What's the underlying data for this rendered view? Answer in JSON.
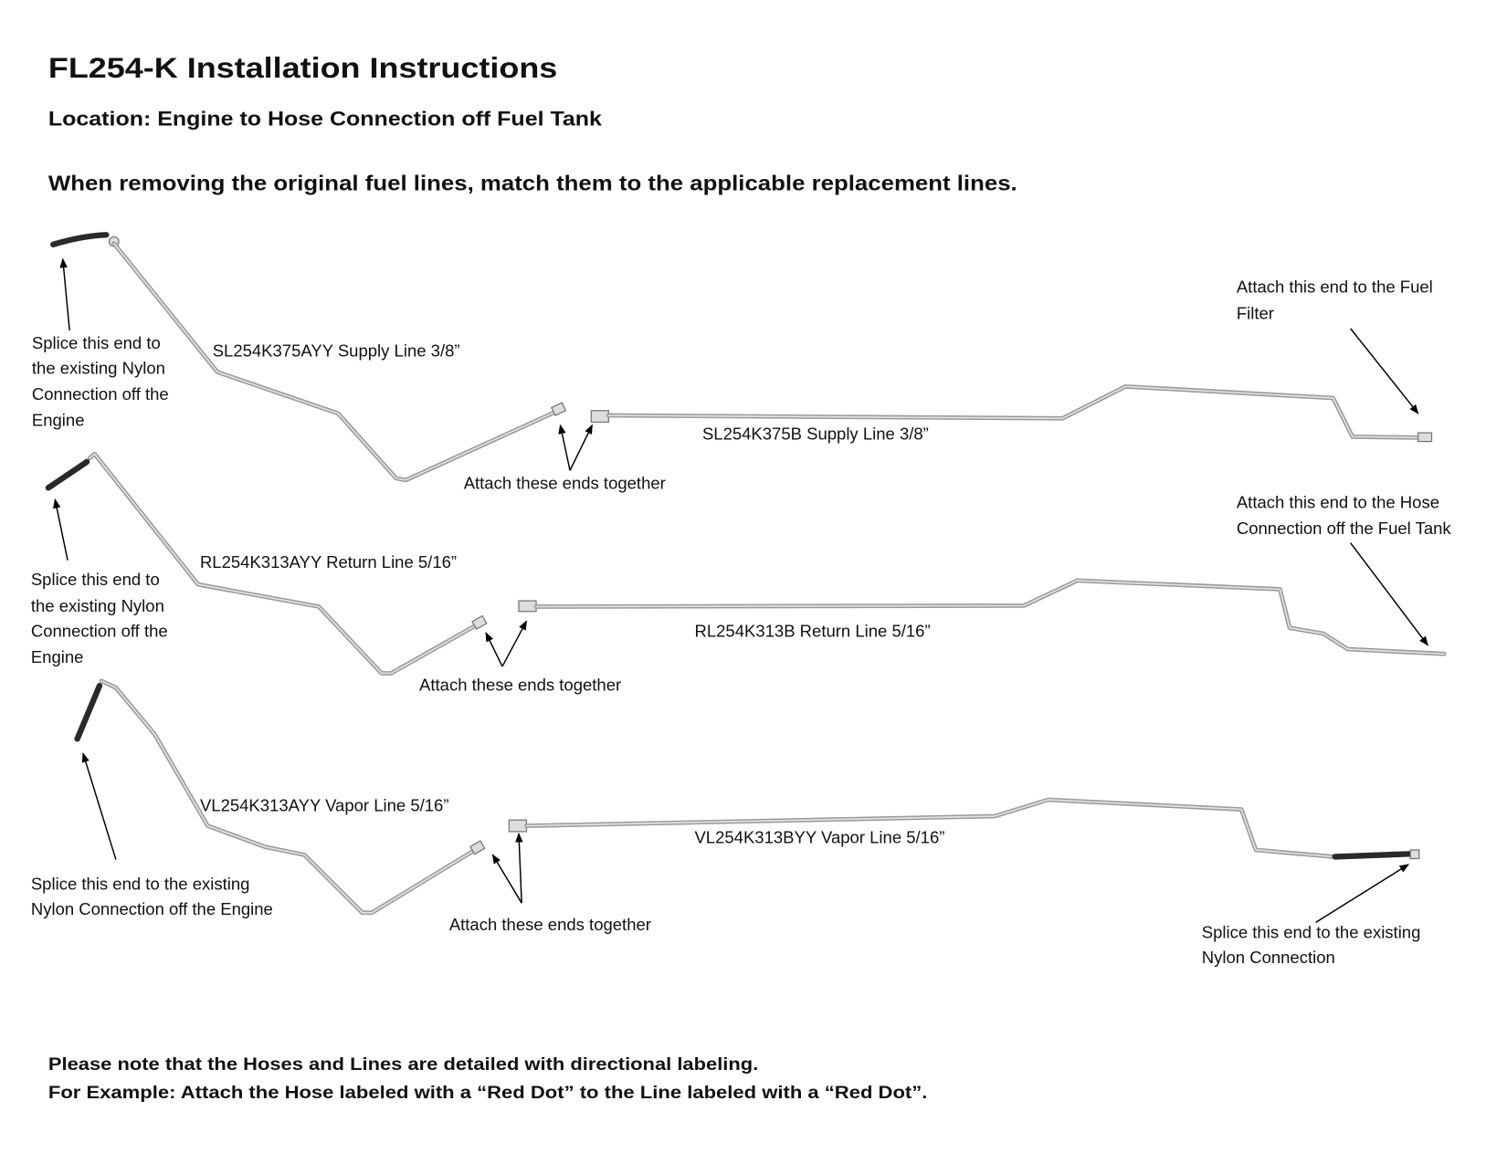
{
  "title": "FL254-K Installation Instructions",
  "location": "Location: Engine to Hose Connection off Fuel Tank",
  "instruction": "When removing the original fuel lines, match them to the applicable replacement lines.",
  "supply": {
    "line_a_label": "SL254K375AYY Supply Line 3/8”",
    "line_b_label": "SL254K375B Supply Line 3/8”",
    "splice_note": [
      "Splice this end to",
      "the existing Nylon",
      "Connection off the",
      "Engine"
    ],
    "attach_together": "Attach these ends together",
    "end_note": [
      "Attach this end to the Fuel",
      "Filter"
    ]
  },
  "return": {
    "line_a_label": "RL254K313AYY Return Line 5/16”",
    "line_b_label": "RL254K313B Return Line 5/16”",
    "splice_note": [
      "Splice this end to",
      "the existing Nylon",
      "Connection off the",
      "Engine"
    ],
    "attach_together": "Attach these ends together",
    "end_note": [
      "Attach this end to the Hose",
      "Connection off the Fuel Tank"
    ]
  },
  "vapor": {
    "line_a_label": "VL254K313AYY Vapor Line 5/16”",
    "line_b_label": "VL254K313BYY Vapor Line 5/16”",
    "splice_note": [
      "Splice this end to the existing",
      "Nylon Connection off the Engine"
    ],
    "attach_together": "Attach these ends together",
    "end_note": [
      "Splice this end to the existing",
      "Nylon Connection"
    ]
  },
  "footer": [
    "Please note that the Hoses and Lines are detailed with directional labeling.",
    "For Example: Attach the Hose labeled with a “Red Dot” to the Line labeled with a “Red Dot”."
  ]
}
